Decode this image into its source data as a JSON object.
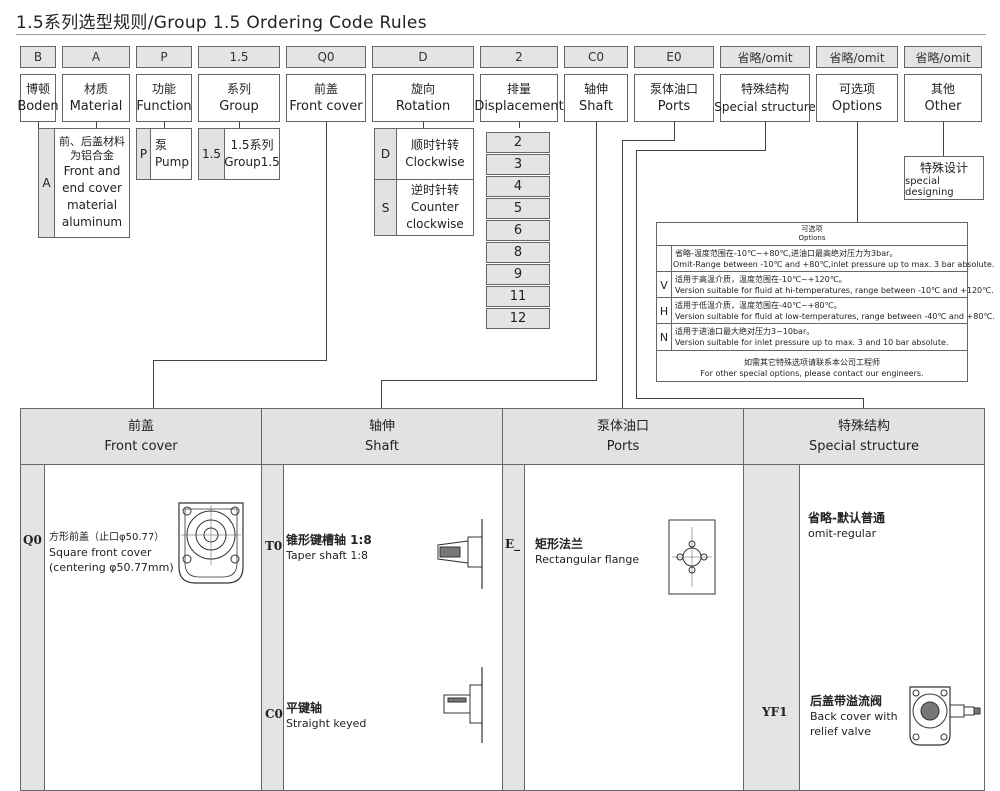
{
  "title": "1.5系列选型规则/Group 1.5 Ordering Code Rules",
  "codes": [
    "B",
    "A",
    "P",
    "1.5",
    "Q0",
    "D",
    "2",
    "C0",
    "E0",
    "省略/omit",
    "省略/omit",
    "省略/omit"
  ],
  "categories": [
    {
      "zh": "博顿",
      "en": "Boden"
    },
    {
      "zh": "材质",
      "en": "Material"
    },
    {
      "zh": "功能",
      "en": "Function"
    },
    {
      "zh": "系列",
      "en": "Group"
    },
    {
      "zh": "前盖",
      "en": "Front cover"
    },
    {
      "zh": "旋向",
      "en": "Rotation"
    },
    {
      "zh": "排量",
      "en": "Displacement"
    },
    {
      "zh": "轴伸",
      "en": "Shaft"
    },
    {
      "zh": "泵体油口",
      "en": "Ports"
    },
    {
      "zh": "特殊结构",
      "en": "Special structure"
    },
    {
      "zh": "可选项",
      "en": "Options"
    },
    {
      "zh": "其他",
      "en": "Other"
    }
  ],
  "material": {
    "code": "A",
    "zh": "前、后盖材料为铝合金",
    "en": [
      "Front and",
      "end cover",
      "material",
      "aluminum"
    ]
  },
  "function": {
    "code": "P",
    "zh": "泵",
    "en": "Pump"
  },
  "group": {
    "code": "1.5",
    "zh": "1.5系列",
    "en": "Group1.5"
  },
  "rotation": [
    {
      "code": "D",
      "zh": "顺时针转",
      "en": [
        "Clockwise"
      ]
    },
    {
      "code": "S",
      "zh": "逆时针转",
      "en": [
        "Counter",
        "clockwise"
      ]
    }
  ],
  "displacements": [
    "2",
    "3",
    "4",
    "5",
    "6",
    "8",
    "9",
    "11",
    "12"
  ],
  "other": {
    "zh": "特殊设计",
    "en": "special designing"
  },
  "options": {
    "title_zh": "可选项",
    "title_en": "Options",
    "omit": {
      "zh": "省略-温度范围在-10℃~+80℃,进油口最高绝对压力为3bar。",
      "en": "Omit-Range between -10℃ and +80℃,inlet pressure up to max. 3 bar absolute."
    },
    "rows": [
      {
        "code": "V",
        "zh": "适用于高温介质，温度范围在-10℃~+120℃。",
        "en": "Version suitable for fluid at hi-temperatures, range between -10℃ and +120℃."
      },
      {
        "code": "H",
        "zh": "适用于低温介质，温度范围在-40℃~+80℃。",
        "en": "Version suitable for fluid at low-temperatures, range between -40℃ and +80℃."
      },
      {
        "code": "N",
        "zh": "适用于进油口最大绝对压力3~10bar。",
        "en": "Version suitable for inlet pressure up to max. 3 and 10 bar absolute."
      }
    ],
    "contact_zh": "如需其它特殊选项请联系本公司工程师",
    "contact_en": "For other special options, please contact our engineers."
  },
  "panels": {
    "front": {
      "head_zh": "前盖",
      "head_en": "Front cover",
      "code": "Q0",
      "zh": "方形前盖（止口φ50.77）",
      "en1": "Square front cover",
      "en2": "(centering φ50.77mm)"
    },
    "shaft": {
      "head_zh": "轴伸",
      "head_en": "Shaft",
      "items": [
        {
          "code": "T0",
          "zh": "锥形键槽轴 1:8",
          "en": "Taper shaft 1:8"
        },
        {
          "code": "C0",
          "zh": "平键轴",
          "en": "Straight keyed"
        }
      ]
    },
    "ports": {
      "head_zh": "泵体油口",
      "head_en": "Ports",
      "code": "E_",
      "zh": "矩形法兰",
      "en": "Rectangular flange"
    },
    "special": {
      "head_zh": "特殊结构",
      "head_en": "Special structure",
      "omit_zh": "省略-默认普通",
      "omit_en": "omit-regular",
      "code": "YF1",
      "zh": "后盖带溢流阀",
      "en1": "Back cover with",
      "en2": "relief valve"
    }
  }
}
